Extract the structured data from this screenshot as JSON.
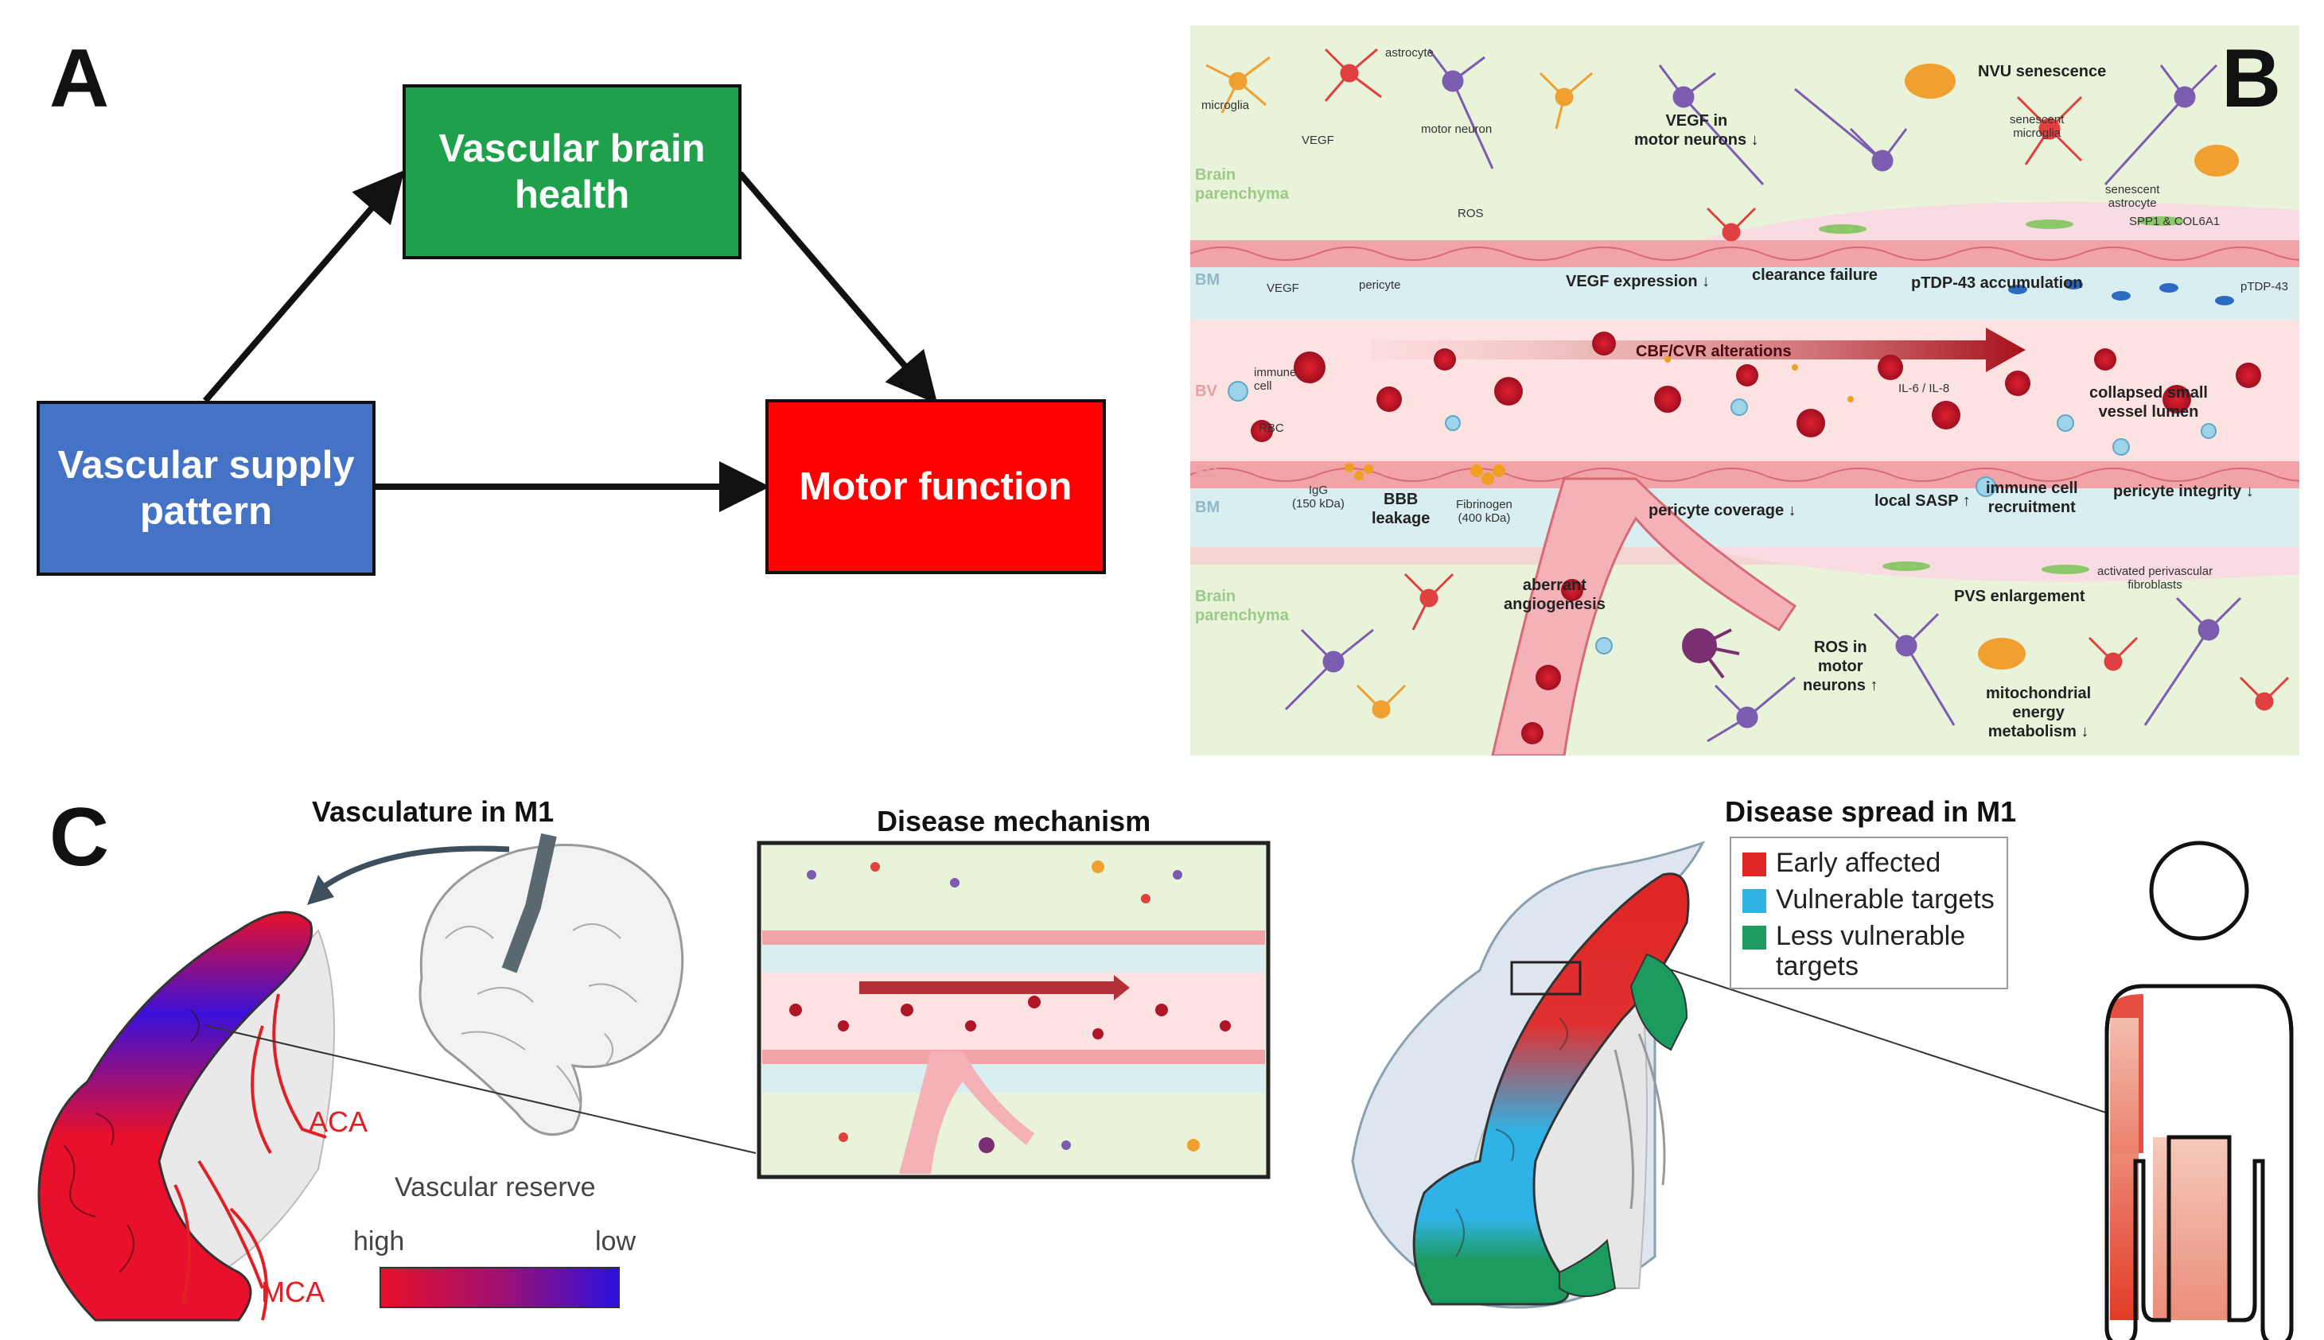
{
  "panel_a": {
    "letter": "A",
    "boxes": {
      "supply": {
        "label": "Vascular supply\npattern",
        "color": "#4472c4"
      },
      "health": {
        "label": "Vascular brain\nhealth",
        "color": "#1fa04a"
      },
      "motor": {
        "label": "Motor function",
        "color": "#ff0000"
      }
    }
  },
  "panel_b": {
    "letter": "B",
    "labels": {
      "microglia": "microglia",
      "astrocyte": "astrocyte",
      "vegf_top": "VEGF",
      "motor_neuron": "motor neuron",
      "ros": "ROS",
      "vegf_motor": "VEGF in\nmotor neurons ↓",
      "nvu": "NVU senescence",
      "sen_microglia": "senescent\nmicroglia",
      "sen_astrocyte": "senescent\nastrocyte",
      "brain_par_top": "Brain\nparenchyma",
      "spp1": "SPP1 & COL6A1",
      "bm_top": "BM",
      "vegf_bm": "VEGF",
      "pericyte": "pericyte",
      "vegf_expr": "VEGF expression ↓",
      "clearance": "clearance failure",
      "ptdp": "pTDP-43 accumulation",
      "ptdp_small": "pTDP-43",
      "cbf": "CBF/CVR alterations",
      "bv": "BV",
      "immune_cell": "immune\ncell",
      "rbc": "RBC",
      "il": "IL-6 / IL-8",
      "collapsed": "collapsed small\nvessel lumen",
      "ec": "EC",
      "igg": "IgG\n(150 kDa)",
      "bbb": "BBB\nleakage",
      "fibrinogen": "Fibrinogen\n(400 kDa)",
      "pericyte_cov": "pericyte coverage ↓",
      "local_sasp": "local SASP ↑",
      "immune_rec": "immune cell\nrecruitment",
      "pericyte_int": "pericyte integrity ↓",
      "bm_bottom": "BM",
      "activated_fib": "activated perivascular\nfibroblasts",
      "aberrant": "aberrant\nangiogenesis",
      "pvs": "PVS enlargement",
      "brain_par_bottom": "Brain\nparenchyma",
      "ros_motor": "ROS in\nmotor\nneurons ↑",
      "mito": "mitochondrial\nenergy\nmetabolism ↓"
    }
  },
  "panel_c": {
    "letter": "C",
    "vasculature_title": "Vasculature in M1",
    "mechanism_title": "Disease mechanism",
    "spread_title": "Disease spread in M1",
    "aca": "ACA",
    "mca": "MCA",
    "reserve_title": "Vascular reserve",
    "reserve_high": "high",
    "reserve_low": "low",
    "reserve_colors": {
      "high": "#e8102a",
      "low": "#2a10e0"
    },
    "legend": [
      {
        "label": "Early affected",
        "color": "#e02525"
      },
      {
        "label": "Vulnerable targets",
        "color": "#2fb3e6"
      },
      {
        "label": "Less vulnerable\ntargets",
        "color": "#1d9a5e"
      }
    ]
  }
}
